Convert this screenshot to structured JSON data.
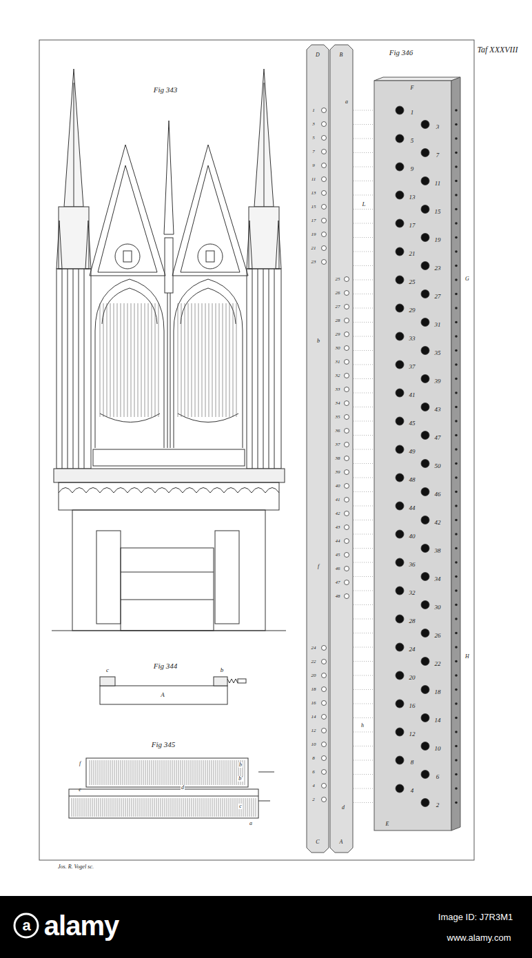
{
  "diagram": {
    "labels": [
      "Taf XXXVIII",
      "Fig 343",
      "Fig 344",
      "Fig 345",
      "Fig 346",
      "c",
      "b",
      "A",
      "f",
      "e",
      "d",
      "b",
      "b'",
      "c",
      "a",
      "D",
      "B",
      "C",
      "A",
      "a",
      "L",
      "b",
      "f",
      "h",
      "d",
      "F",
      "G",
      "H",
      "E",
      "Jos. R. Vogel sc.",
      "1",
      "3",
      "5",
      "7",
      "9",
      "11",
      "13",
      "15",
      "17",
      "19",
      "21",
      "23",
      "25",
      "26",
      "27",
      "28",
      "29",
      "30",
      "31",
      "32",
      "33",
      "34",
      "35",
      "36",
      "37",
      "38",
      "39",
      "40",
      "41",
      "42",
      "43",
      "44",
      "45",
      "46",
      "47",
      "48",
      "24",
      "22",
      "20",
      "18",
      "16",
      "14",
      "12",
      "10",
      "8",
      "6",
      "4",
      "2",
      "1",
      "3",
      "5",
      "7",
      "9",
      "11",
      "13",
      "15",
      "17",
      "19",
      "21",
      "23",
      "25",
      "27",
      "29",
      "31",
      "33",
      "35",
      "37",
      "39",
      "41",
      "43",
      "45",
      "47",
      "49",
      "50",
      "48",
      "46",
      "44",
      "42",
      "40",
      "38",
      "36",
      "34",
      "32",
      "30",
      "28",
      "26",
      "24",
      "22",
      "20",
      "18",
      "16",
      "14",
      "12",
      "10",
      "8",
      "6",
      "4",
      "2",
      "a",
      "alamy",
      "Image ID: J7R3M1",
      "www.alamy.com"
    ]
  }
}
